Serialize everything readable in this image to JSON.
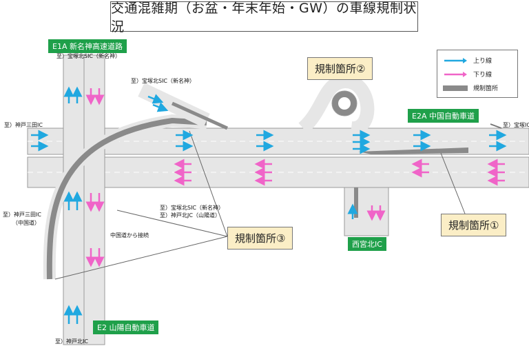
{
  "title": "交通混雑期（お盆・年末年始・GW）の車線規制状況",
  "routes": {
    "e1a": "E1A 新名神高速道路",
    "e2a": "E2A 中国自動車道",
    "e2": "E2 山陽自動車道",
    "nishinomiya": "西宮北IC"
  },
  "labels": {
    "takarazuka_top": "至）宝塚北SIC（新名神）",
    "takarazuka_mid": "至）宝塚北SIC（新名神）",
    "kobe_sanda": "至）神戸三田IC",
    "takarazuka_right": "至）宝塚IC",
    "down_ramp_1": "至）宝塚北SIC（新名神）",
    "down_ramp_2": "至）神戸北JC（山陽道）",
    "kobe_sanda_chugoku_1": "至）神戸三田IC",
    "kobe_sanda_chugoku_2": "（中国道）",
    "from_chugoku": "中国道から接続",
    "kobe_kita": "至）神戸北IC"
  },
  "callouts": {
    "c1": "規制箇所①",
    "c2": "規制箇所②",
    "c3": "規制箇所③"
  },
  "legend": {
    "up": "上り線",
    "down": "下り線",
    "restricted": "規制箇所"
  },
  "colors": {
    "up": "#20a8e0",
    "down": "#f064c8",
    "restricted": "#8a8a8a",
    "road": "#e6e6e6",
    "route_sign": "#1fa04a",
    "callout": "#fbeec6"
  }
}
